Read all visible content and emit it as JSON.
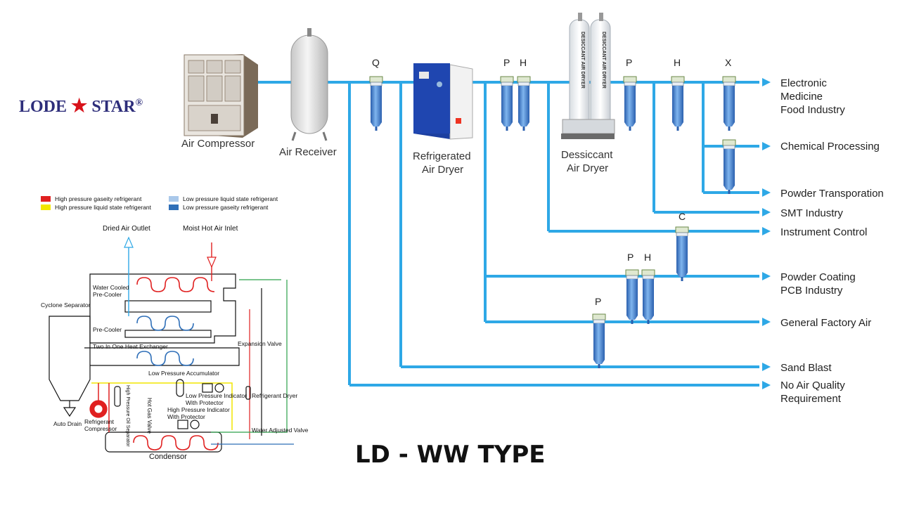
{
  "brand": {
    "name_left": "LODE",
    "name_right": "STAR",
    "mark": "®"
  },
  "title": "LD - WW TYPE",
  "equipment": {
    "compressor": "Air Compressor",
    "receiver": "Air Receiver",
    "refrigerated_dryer": [
      "Refrigerated",
      "Air Dryer"
    ],
    "desiccant_dryer": [
      "Dessiccant",
      "Air Dryer"
    ],
    "desiccant_tower_text": "DESICCANT AIR DRYER"
  },
  "filters": {
    "q": "Q",
    "p1": "P",
    "h1": "H",
    "p2": "P",
    "h2": "H",
    "x": "X",
    "c": "C",
    "p3": "P",
    "h3": "H",
    "p4": "P"
  },
  "outputs": [
    [
      "Electronic",
      "Medicine",
      "Food Industry"
    ],
    [
      "Chemical Processing"
    ],
    [
      "Powder Transporation"
    ],
    [
      "SMT Industry"
    ],
    [
      "Instrument Control"
    ],
    [
      "Powder Coating",
      "PCB Industry"
    ],
    [
      "General Factory Air"
    ],
    [
      "Sand Blast"
    ],
    [
      "No Air Quality",
      "Requirement"
    ]
  ],
  "legend": [
    {
      "label": "High pressure gaseity refrigerant",
      "color": "#e02020"
    },
    {
      "label": "High pressure liquid state refrigerant",
      "color": "#f2e600"
    },
    {
      "label": "Low pressure liquid state refrigerant",
      "color": "#a9c8ea"
    },
    {
      "label": "Low pressure gaseity refrigerant",
      "color": "#2f6fb8"
    }
  ],
  "schematic": {
    "dried_outlet": "Dried Air Outlet",
    "moist_inlet": "Moist Hot Air Inlet",
    "water_cooled": [
      "Water Cooled",
      "Pre-Cooler"
    ],
    "cyclone": "Cyclone Separator",
    "pre_cooler": "Pre-Cooler",
    "heat_exchanger": "Two In One Heat Exchanger",
    "expansion_valve": "Expansion Valve",
    "accumulator": "Low Pressure Accumulator",
    "auto_drain": "Auto Drain",
    "refrigerant_compressor": [
      "Refrigerant",
      "Compressor"
    ],
    "hp_oil_separator": "High Pressure Oil Separator",
    "hot_gas_valve": "Hot Gas Valve",
    "lp_indicator": [
      "Low Pressure Indicator",
      "With Protector"
    ],
    "hp_indicator": [
      "High Pressure Indicator",
      "With Protector"
    ],
    "refrigerant_dryer": "Refrigerant Dryer",
    "water_valve": "Water Adjusted Valve",
    "condensor": "Condensor"
  },
  "colors": {
    "pipe": "#2ea8e6",
    "arrow": "#2ea8e6",
    "filter_body": "#3f7fd0",
    "logo_text": "#2d2d7a",
    "logo_star": "#d8121a"
  }
}
